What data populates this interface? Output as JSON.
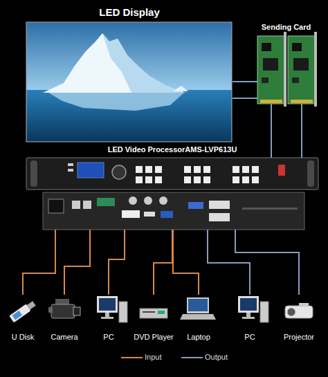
{
  "diagram": {
    "nodes": [
      {
        "text": [
          "LED Display"
        ]
      },
      {
        "text": [
          "Sending Card"
        ]
      },
      {
        "text": [
          "LED Video ProcessorAMS-LVP613U"
        ]
      },
      {
        "text": [
          "U Disk"
        ]
      },
      {
        "text": [
          "Camera"
        ]
      },
      {
        "text": [
          "PC"
        ]
      },
      {
        "text": [
          "DVD Player"
        ]
      },
      {
        "text": [
          "Laptop"
        ]
      },
      {
        "text": [
          "PC"
        ]
      },
      {
        "text": [
          "Projector"
        ]
      }
    ],
    "edges": [
      {
        "from": 3,
        "to": 2,
        "arrow": "none"
      },
      {
        "from": 4,
        "to": 2,
        "arrow": "none"
      },
      {
        "from": 5,
        "to": 2,
        "arrow": "none"
      },
      {
        "from": 6,
        "to": 2,
        "arrow": "none"
      },
      {
        "from": 7,
        "to": 2,
        "arrow": "none"
      },
      {
        "from": 2,
        "to": 8,
        "arrow": "none"
      },
      {
        "from": 2,
        "to": 9,
        "arrow": "none"
      },
      {
        "from": 2,
        "to": 1,
        "arrow": "none"
      },
      {
        "from": 2,
        "to": 1,
        "arrow": "none"
      },
      {
        "from": 1,
        "to": 0,
        "arrow": "none"
      },
      {
        "from": 1,
        "to": 0,
        "arrow": "none"
      }
    ],
    "legend": [
      {
        "text": "Input"
      },
      {
        "text": "Output"
      }
    ]
  }
}
